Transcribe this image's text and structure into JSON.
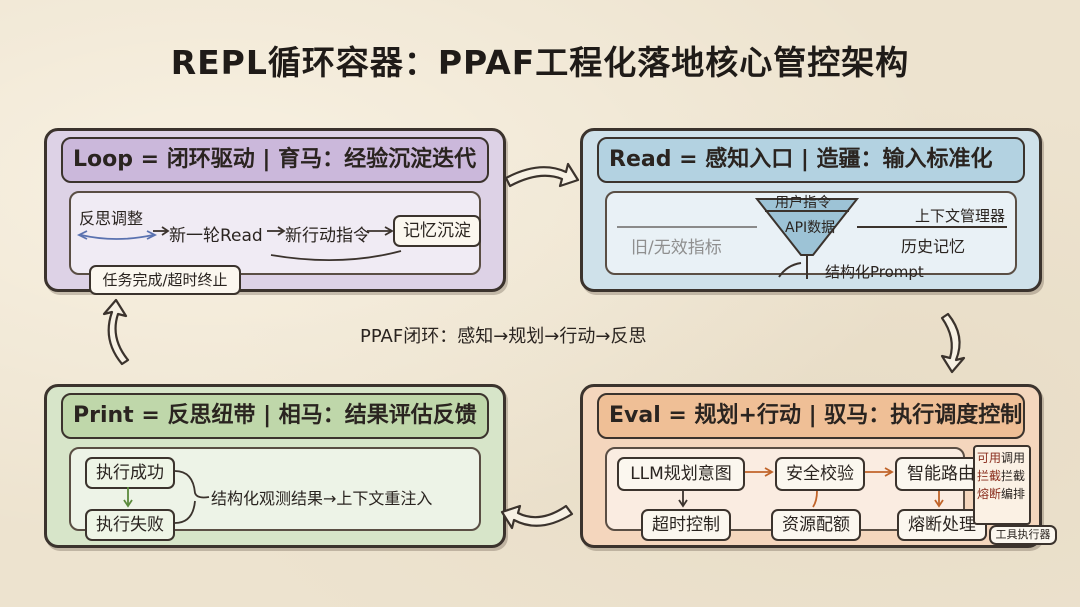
{
  "title": "REPL循环容器：PPAF工程化落地核心管控架构",
  "center_label": "PPAF闭环：感知→规划→行动→反思",
  "loop": {
    "header": "Loop = 闭环驱动 | 育马：经验沉淀迭代",
    "reflect": "反思调整",
    "new_read": "新一轮Read",
    "new_action": "新行动指令",
    "memory": "记忆沉淀",
    "terminate": "任务完成/超时终止"
  },
  "read": {
    "header": "Read = 感知入口 | 造疆：输入标准化",
    "user_cmd": "用户指令",
    "api_data": "API数据",
    "context_manager": "上下文管理器",
    "history": "历史记忆",
    "structured_prompt": "结构化Prompt",
    "left_faded": "旧/无效指标"
  },
  "print": {
    "header": "Print = 反思纽带 | 相马：结果评估反馈",
    "success": "执行成功",
    "failure": "执行失败",
    "result": "结构化观测结果→上下文重注入"
  },
  "eval": {
    "header": "Eval = 规划+行动 | 驭马：执行调度控制",
    "llm_intent": "LLM规划意图",
    "safety": "安全校验",
    "routing": "智能路由",
    "timeout": "超时控制",
    "quota": "资源配额",
    "circuit": "熔断处理",
    "tool_items": [
      "调用",
      "拦截",
      "编排"
    ],
    "tool_side": [
      "可用",
      "拦截",
      "熔断"
    ],
    "tool_executor": "工具执行器"
  },
  "colors": {
    "loop": "#ddd2e6",
    "read": "#cfe1ea",
    "print": "#d7e5c9",
    "eval": "#f4d6bd"
  }
}
